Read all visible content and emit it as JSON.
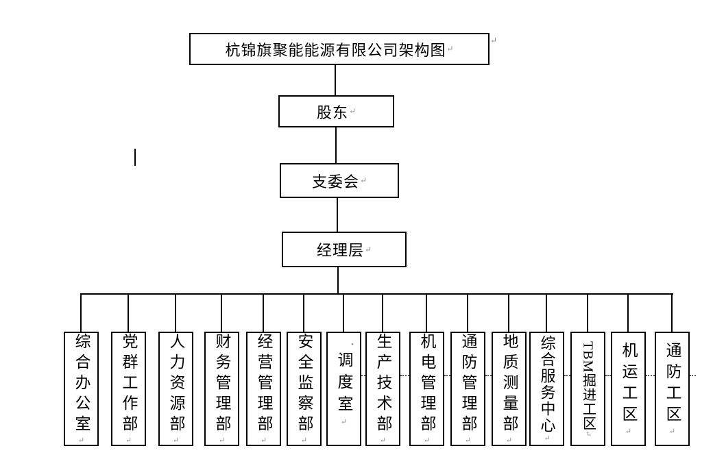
{
  "title": {
    "label": "杭锦旗聚能能源有限公司架构图"
  },
  "hierarchy": [
    {
      "label": "股东"
    },
    {
      "label": "支委会"
    },
    {
      "label": "经理层"
    }
  ],
  "departments": [
    {
      "label": "综合办公室"
    },
    {
      "label": "党群工作部"
    },
    {
      "label": "人力资源部"
    },
    {
      "label": "财务管理部"
    },
    {
      "label": "经营管理部"
    },
    {
      "label": "安全监察部"
    },
    {
      "label": "调度室"
    },
    {
      "label": "生产技术部"
    },
    {
      "label": "机电管理部"
    },
    {
      "label": "通防管理部"
    },
    {
      "label": "地质测量部"
    },
    {
      "label": "综合服务中心"
    },
    {
      "label": "TBM掘进工区"
    },
    {
      "label": "机运工区"
    },
    {
      "label": "通防工区"
    }
  ],
  "marks": {
    "paragraph_return": "↵",
    "bullet": "•"
  },
  "colors": {
    "line": "#000000",
    "background": "#ffffff",
    "mark": "#8a8a8a"
  }
}
